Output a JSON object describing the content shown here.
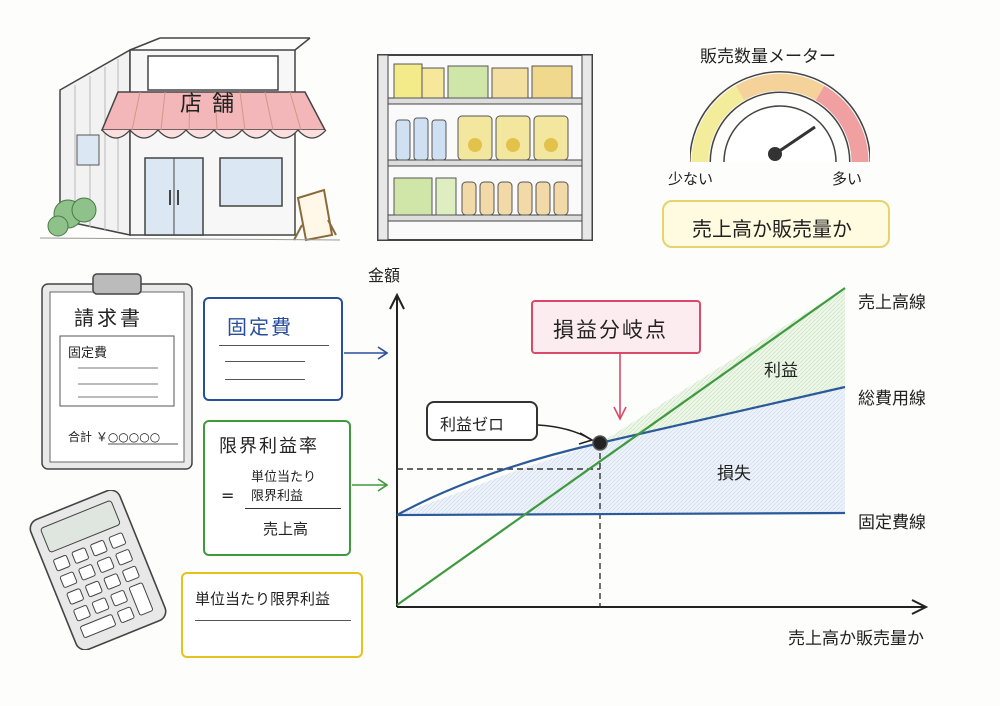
{
  "store": {
    "sign": "店舗"
  },
  "meter": {
    "title": "販売数量メーター",
    "low_label": "少ない",
    "high_label": "多い",
    "caption": "売上高か販売量か"
  },
  "invoice": {
    "title": "請求書",
    "item": "固定費",
    "total": "合計 ￥○○○○○"
  },
  "fixed_cost_card": {
    "title": "固定費",
    "color": "#2a4f9a"
  },
  "margin_rate_card": {
    "title": "限界利益率",
    "numerator_line1": "単位当たり",
    "numerator_line2": "限界利益",
    "equals": "=",
    "denominator": "売上高",
    "color": "#3f9a3f"
  },
  "unit_margin_card": {
    "title": "単位当たり限界利益",
    "color": "#e6c21e"
  },
  "chart_data": {
    "type": "line",
    "ylabel": "金額",
    "xlabel": "売上高か販売量か",
    "series": [
      {
        "name": "売上高線",
        "color": "#3f9a3f"
      },
      {
        "name": "総費用線",
        "color": "#2a5a9a"
      },
      {
        "name": "固定費線",
        "color": "#2a5a9a"
      }
    ],
    "annotations": {
      "break_even": "損益分岐点",
      "zero_profit": "利益ゼロ",
      "profit_region": "利益",
      "loss_region": "損失"
    },
    "colors": {
      "break_even": "#d94a6a",
      "profit_fill": "#dff0d8",
      "loss_fill": "#e4ecf7"
    }
  }
}
